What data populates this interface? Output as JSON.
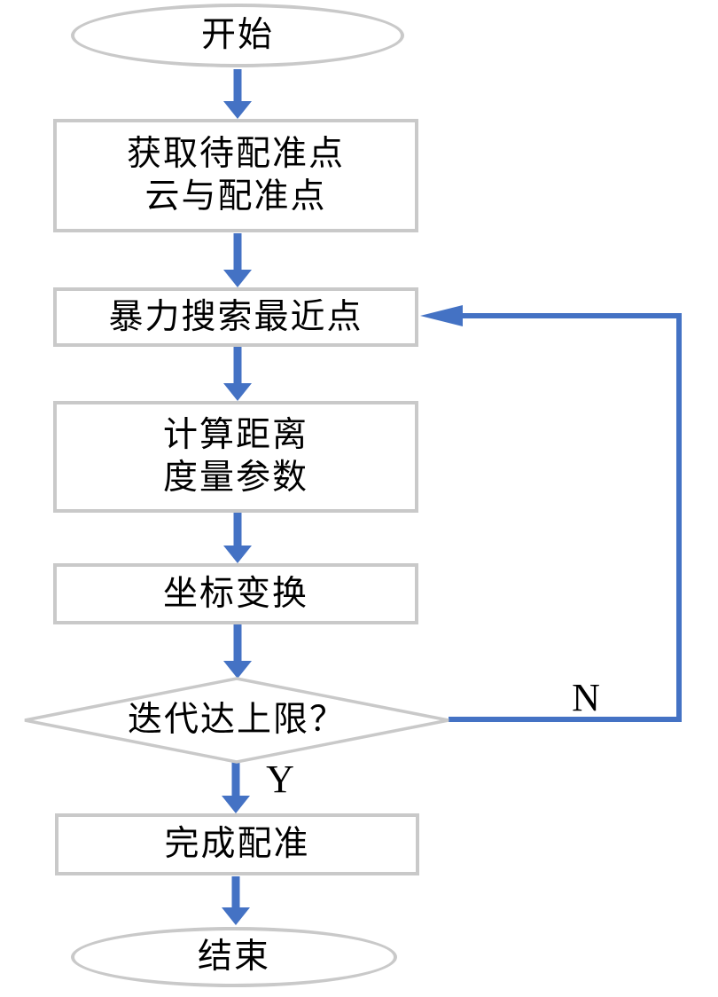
{
  "flowchart": {
    "colors": {
      "arrow": "#4472C4",
      "border": "#C9C9C9",
      "text": "#000000",
      "background": "#ffffff"
    },
    "nodes": [
      {
        "id": "start",
        "type": "terminator",
        "label": "开始"
      },
      {
        "id": "acquire-points",
        "type": "process",
        "lines": [
          "获取待配准点",
          "云与配准点"
        ]
      },
      {
        "id": "brute-force-search",
        "type": "process",
        "label": "暴力搜索最近点"
      },
      {
        "id": "compute-distance",
        "type": "process",
        "lines": [
          "计算距离",
          "度量参数"
        ]
      },
      {
        "id": "coordinate-transform",
        "type": "process",
        "label": "坐标变换"
      },
      {
        "id": "iteration-limit",
        "type": "decision",
        "label": "迭代达上限？"
      },
      {
        "id": "finish-registration",
        "type": "process",
        "label": "完成配准"
      },
      {
        "id": "end",
        "type": "terminator",
        "label": "结束"
      }
    ],
    "branch_labels": {
      "yes": "Y",
      "no": "N"
    }
  }
}
